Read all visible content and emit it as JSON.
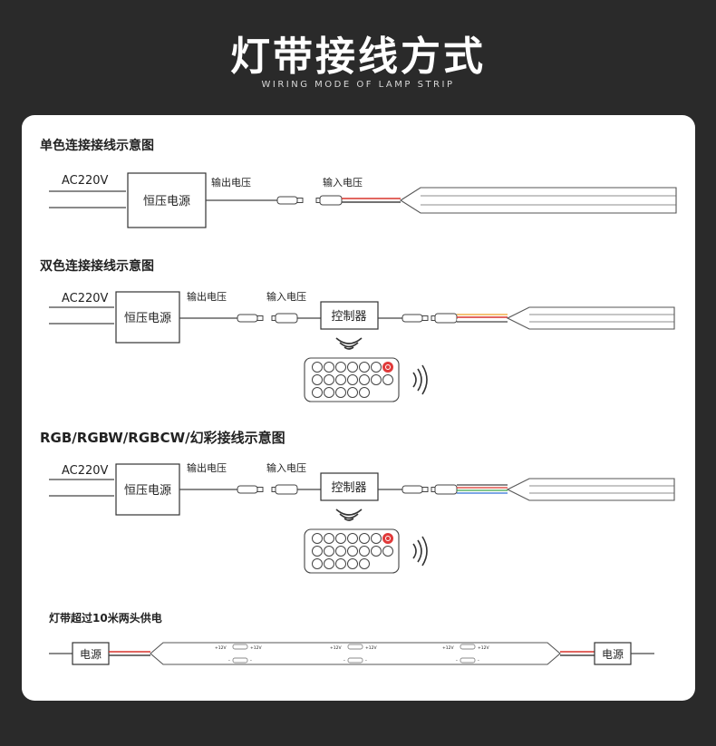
{
  "header": {
    "title": "灯带接线方式",
    "subtitle": "WIRING MODE OF LAMP STRIP"
  },
  "sections": {
    "single": {
      "title": "单色连接接线示意图",
      "ac_label": "AC220V",
      "power_label": "恒压电源",
      "output_label": "输出电压",
      "input_label": "输入电压"
    },
    "dual": {
      "title": "双色连接接线示意图",
      "ac_label": "AC220V",
      "power_label": "恒压电源",
      "output_label": "输出电压",
      "input_label": "输入电压",
      "controller_label": "控制器"
    },
    "rgb": {
      "title": "RGB/RGBW/RGBCW/幻彩接线示意图",
      "ac_label": "AC220V",
      "power_label": "恒压电源",
      "output_label": "输出电压",
      "input_label": "输入电压",
      "controller_label": "控制器"
    },
    "long": {
      "title": "灯带超过10米两头供电",
      "power_left": "电源",
      "power_right": "电源",
      "pad_plus_left": "+12V",
      "pad_plus_right": "+12V",
      "pad_minus": "-"
    }
  },
  "colors": {
    "background": "#2a2a2a",
    "card": "#ffffff",
    "wire_red": "#d9342b",
    "wire_blue": "#2f6fd6",
    "wire_green": "#3aa64a",
    "wire_warm": "#f0b04a",
    "remote_red_button": "#e03a3a"
  }
}
